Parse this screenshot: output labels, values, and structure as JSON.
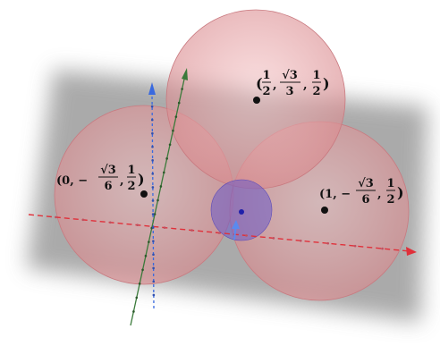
{
  "diagram": {
    "colors": {
      "sphere_fill": "#d98a8e",
      "sphere_edge": "#c97a80",
      "small_sphere_fill": "#6a5ac8",
      "plane_shadow": "#9a9a9a",
      "x_axis": "#e0303a",
      "y_axis": "#3a6adf",
      "z_axis": "#3a7a3a",
      "point": "#111111",
      "center_point": "#2020aa"
    },
    "spheres": [
      {
        "name": "sphere-top",
        "label": [
          "(",
          "1",
          "2",
          ", ",
          "√3",
          "3",
          ", ",
          "1",
          "2",
          ")"
        ]
      },
      {
        "name": "sphere-left",
        "label": [
          "(0, −",
          "√3",
          "6",
          ", ",
          "1",
          "2",
          ")"
        ]
      },
      {
        "name": "sphere-right",
        "label": [
          "(1, −",
          "√3",
          "6",
          ", ",
          "1",
          "2",
          ")"
        ]
      }
    ],
    "labels": {
      "top": {
        "open": "(",
        "f1n": "1",
        "f1d": "2",
        "f2n": "√3",
        "f2d": "3",
        "f3n": "1",
        "f3d": "2",
        "close": ")"
      },
      "left": {
        "open": "(0, −",
        "f1n": "√3",
        "f1d": "6",
        "f2n": "1",
        "f2d": "2",
        "close": ")"
      },
      "right": {
        "open": "(1, −",
        "f1n": "√3",
        "f1d": "6",
        "f2n": "1",
        "f2d": "2",
        "close": ")"
      }
    }
  }
}
